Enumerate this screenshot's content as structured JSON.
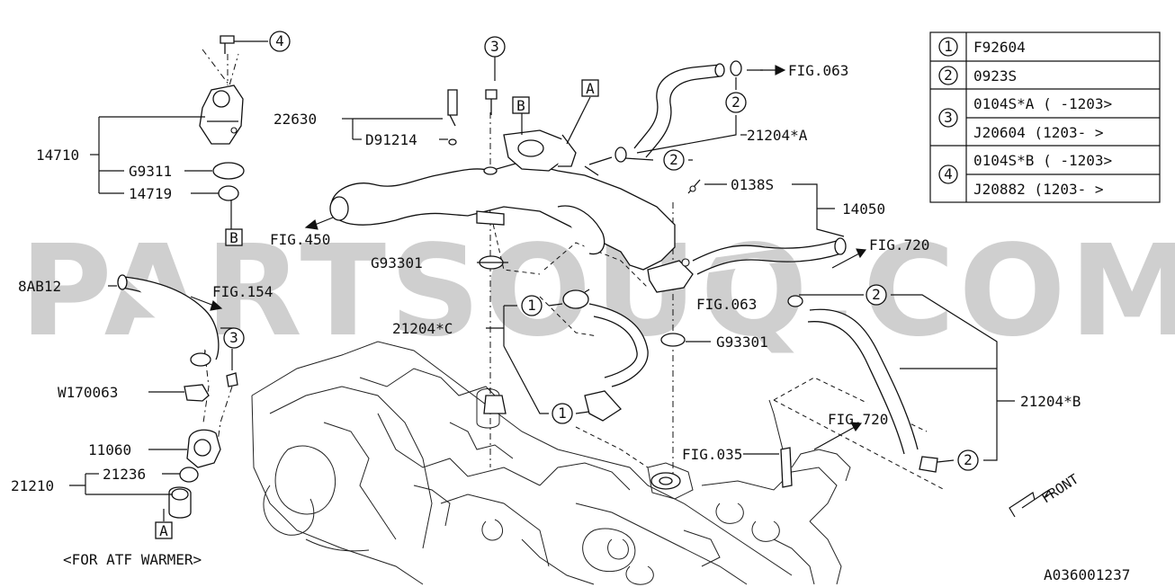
{
  "watermark": "PARTSOUQ.COM",
  "diagram_id": "A036001237",
  "note": "<FOR ATF WARMER>",
  "front_label": "FRONT",
  "legend": [
    {
      "num": "1",
      "rows": [
        "F92604"
      ]
    },
    {
      "num": "2",
      "rows": [
        "0923S"
      ]
    },
    {
      "num": "3",
      "rows": [
        "0104S*A ( -1203>",
        "J20604 (1203- >"
      ]
    },
    {
      "num": "4",
      "rows": [
        "0104S*B ( -1203>",
        "J20882 (1203- >"
      ]
    }
  ],
  "labels": {
    "p14710": "14710",
    "g9311": "G9311",
    "p14719": "14719",
    "p22630": "22630",
    "d91214": "D91214",
    "fig063_top": "FIG.063",
    "p21204a": "21204*A",
    "p0138s": "0138S",
    "p14050": "14050",
    "fig450": "FIG.450",
    "g93301_a": "G93301",
    "fig720_a": "FIG.720",
    "p8ab12": "8AB12",
    "fig154": "FIG.154",
    "fig063_mid": "FIG.063",
    "p21204c": "21204*C",
    "g93301_b": "G93301",
    "w170063": "W170063",
    "p21204b": "21204*B",
    "p11060": "11060",
    "fig720_b": "FIG.720",
    "fig035": "FIG.035",
    "p21236": "21236",
    "p21210": "21210"
  },
  "callouts": {
    "c4_top": "4",
    "c3_top": "3",
    "c2_a": "2",
    "c2_b": "2",
    "c1_a": "1",
    "c1_b": "1",
    "c3_mid": "3",
    "c2_c": "2",
    "c2_d": "2"
  },
  "boxes": {
    "box_a_top": "A",
    "box_b_top": "B",
    "box_b_left": "B",
    "box_a_bottom": "A"
  }
}
